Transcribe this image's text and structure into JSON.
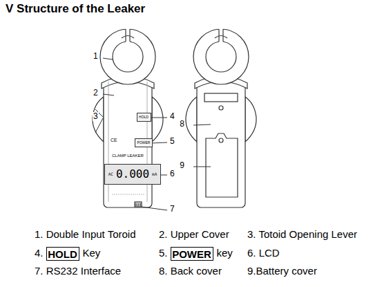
{
  "diagram": {
    "title": "V Structure of the Leaker",
    "nodes": [
      {
        "text": [
          "HOLD"
        ]
      },
      {
        "text": [
          "POWER"
        ]
      },
      {
        "text": [
          "AC",
          "0.000",
          "mA"
        ]
      },
      {
        "text": [
          "HOLD"
        ]
      },
      {
        "text": [
          "POWER"
        ]
      }
    ],
    "labels": [
      "CE",
      "CLAMP LEAKER",
      "1",
      "2",
      "3",
      "4",
      "5",
      "6",
      "7",
      "8",
      "9",
      "1. Double Input Toroid",
      "2. Upper Cover",
      "3. Totoid Opening Lever",
      "4.",
      "Key",
      "5.",
      "key",
      "6. LCD",
      "7. RS232 Interface",
      "8. Back cover",
      "9.Battery cover"
    ]
  }
}
